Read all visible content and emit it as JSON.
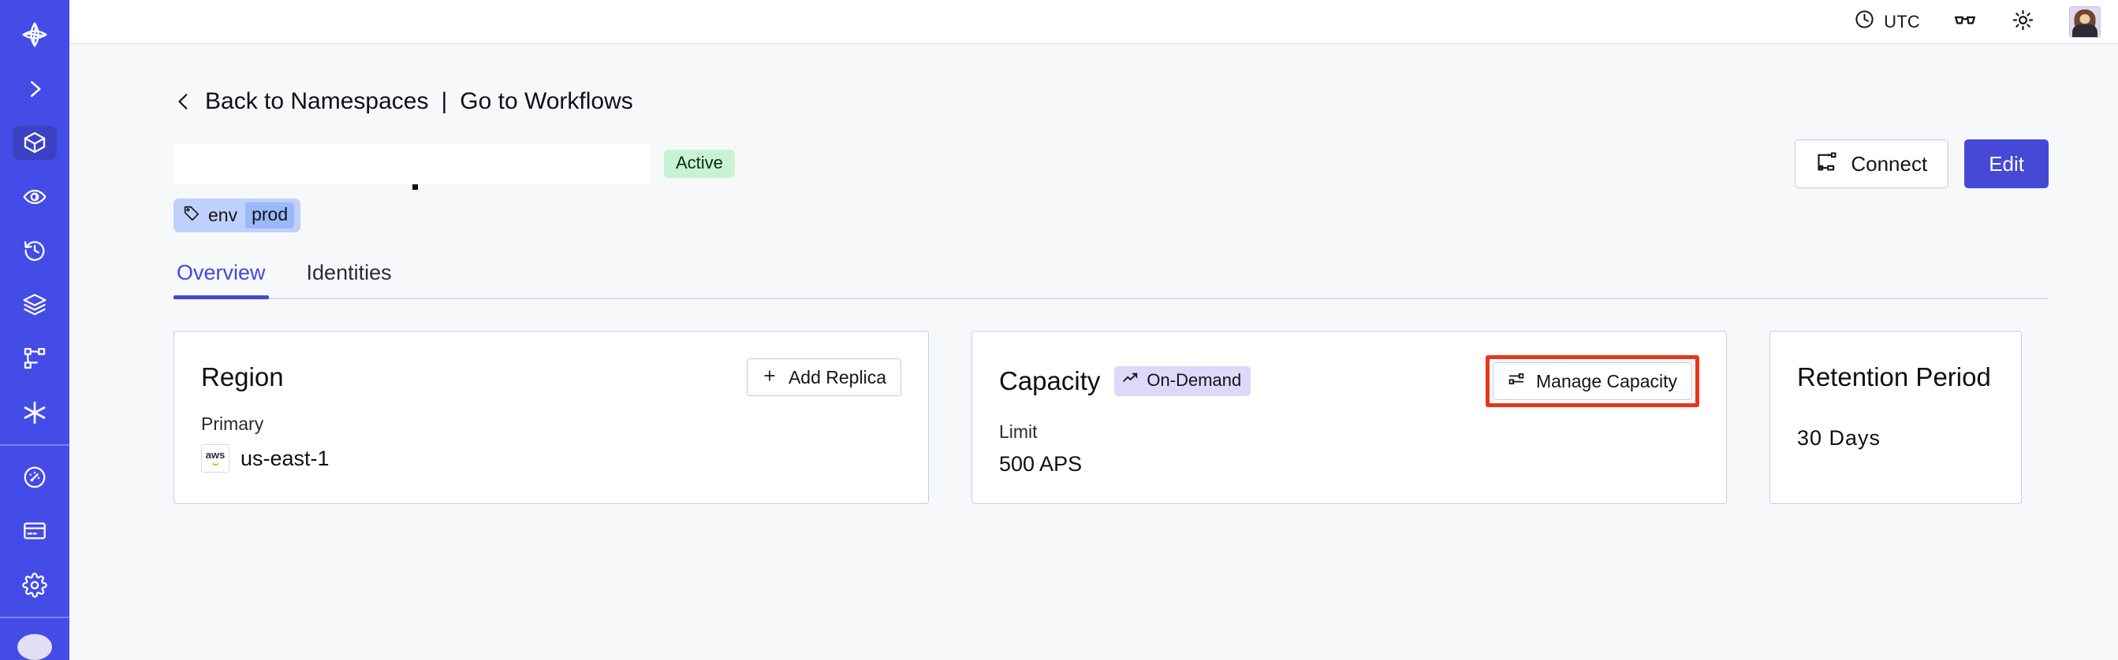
{
  "sidebar": {
    "items": [
      {
        "name": "logo",
        "icon": "temporal-logo-icon",
        "active": false
      },
      {
        "name": "expand",
        "icon": "chevron-right-icon",
        "active": false
      },
      {
        "name": "namespaces",
        "icon": "cube-icon",
        "active": true
      },
      {
        "name": "observability",
        "icon": "eye-icon",
        "active": false
      },
      {
        "name": "schedules",
        "icon": "history-clock-icon",
        "active": false
      },
      {
        "name": "stack",
        "icon": "layers-icon",
        "active": false
      },
      {
        "name": "workflows",
        "icon": "sitemap-icon",
        "active": false
      },
      {
        "name": "nexus",
        "icon": "asterisk-icon",
        "active": false
      },
      {
        "name": "usage",
        "icon": "gauge-icon",
        "active": false
      },
      {
        "name": "billing",
        "icon": "credit-card-icon",
        "active": false
      },
      {
        "name": "settings",
        "icon": "gear-icon",
        "active": false
      }
    ]
  },
  "topbar": {
    "timezone": "UTC",
    "clock_icon": "clock-icon",
    "glasses_icon": "glasses-icon",
    "theme_icon": "sun-icon",
    "avatar_icon": "user-avatar"
  },
  "breadcrumb": {
    "back_icon": "chevron-left-icon",
    "back_label": "Back to Namespaces",
    "separator": "|",
    "forward_label": "Go to Workflows"
  },
  "header": {
    "title": "",
    "status_badge": "Active",
    "tag": {
      "icon": "tag-icon",
      "key": "env",
      "value": "prod"
    },
    "connect_label": "Connect",
    "connect_icon": "connect-icon",
    "edit_label": "Edit"
  },
  "tabs": [
    {
      "label": "Overview",
      "active": true
    },
    {
      "label": "Identities",
      "active": false
    }
  ],
  "cards": {
    "region": {
      "title": "Region",
      "action_label": "Add Replica",
      "action_icon": "plus-icon",
      "label": "Primary",
      "value": "us-east-1",
      "provider_icon": "aws-logo-icon",
      "provider_text": "aws"
    },
    "capacity": {
      "title": "Capacity",
      "badge_label": "On-Demand",
      "badge_icon": "trending-up-icon",
      "action_label": "Manage Capacity",
      "action_icon": "sliders-icon",
      "action_highlighted": true,
      "label": "Limit",
      "value": "500 APS"
    },
    "retention": {
      "title": "Retention Period",
      "value": "30 Days"
    }
  },
  "colors": {
    "sidebar": "#444ce7",
    "sidebar_active": "#3c41c4",
    "accent": "#4549d6",
    "page_bg": "#f7f8fa",
    "card_border": "#c2cfe3",
    "badge_active_bg": "#c8f2d4",
    "badge_ondemand_bg": "#ded8fa",
    "tag_bg": "#bfd0fb",
    "tag_value_bg": "#9ab8fa",
    "highlight": "#e8361a"
  }
}
